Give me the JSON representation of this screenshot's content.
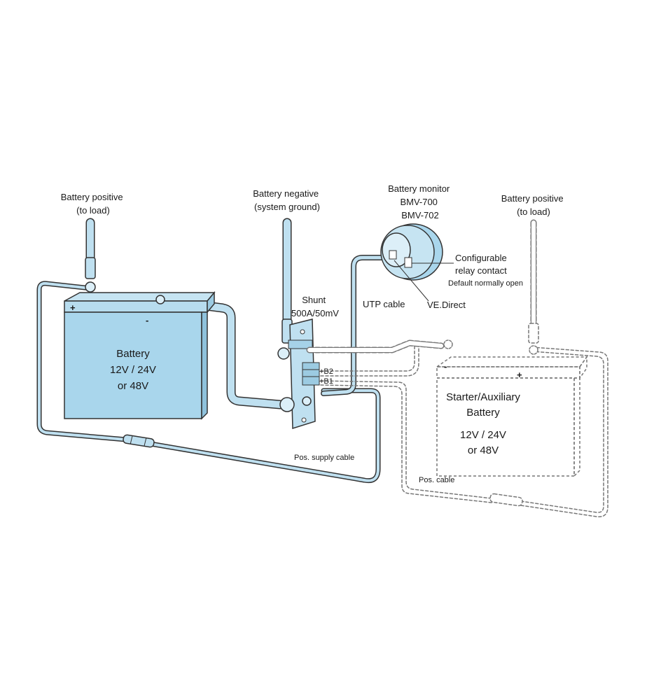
{
  "labels": {
    "battery_positive_left": [
      "Battery positive",
      "(to load)"
    ],
    "battery_negative": [
      "Battery negative",
      "(system ground)"
    ],
    "battery_monitor": [
      "Battery monitor",
      "BMV-700",
      "BMV-702"
    ],
    "battery_positive_right": [
      "Battery positive",
      "(to load)"
    ],
    "shunt": [
      "Shunt",
      "500A/50mV"
    ],
    "configurable_relay": [
      "Configurable",
      "relay contact"
    ],
    "relay_default": "Default normally open",
    "utp_cable": "UTP cable",
    "ve_direct": "VE.Direct",
    "b2": "+B2",
    "b1": "+B1",
    "pos_supply_cable": "Pos. supply cable",
    "pos_cable": "Pos. cable"
  },
  "batteries": {
    "main": {
      "title": "Battery",
      "voltage": "12V  / 24V",
      "voltage2": "or 48V",
      "plus": "+",
      "minus": "-"
    },
    "starter": {
      "title": "Starter/Auxiliary",
      "title2": "Battery",
      "voltage": "12V  / 24V",
      "voltage2": "or 48V",
      "plus": "+",
      "minus": "-"
    }
  },
  "colors": {
    "battery_fill": "#a9d6ec",
    "battery_top": "#c6e4f2",
    "cable_fill": "#bfe0f0",
    "outline": "#333333",
    "dashed": "#777777"
  }
}
